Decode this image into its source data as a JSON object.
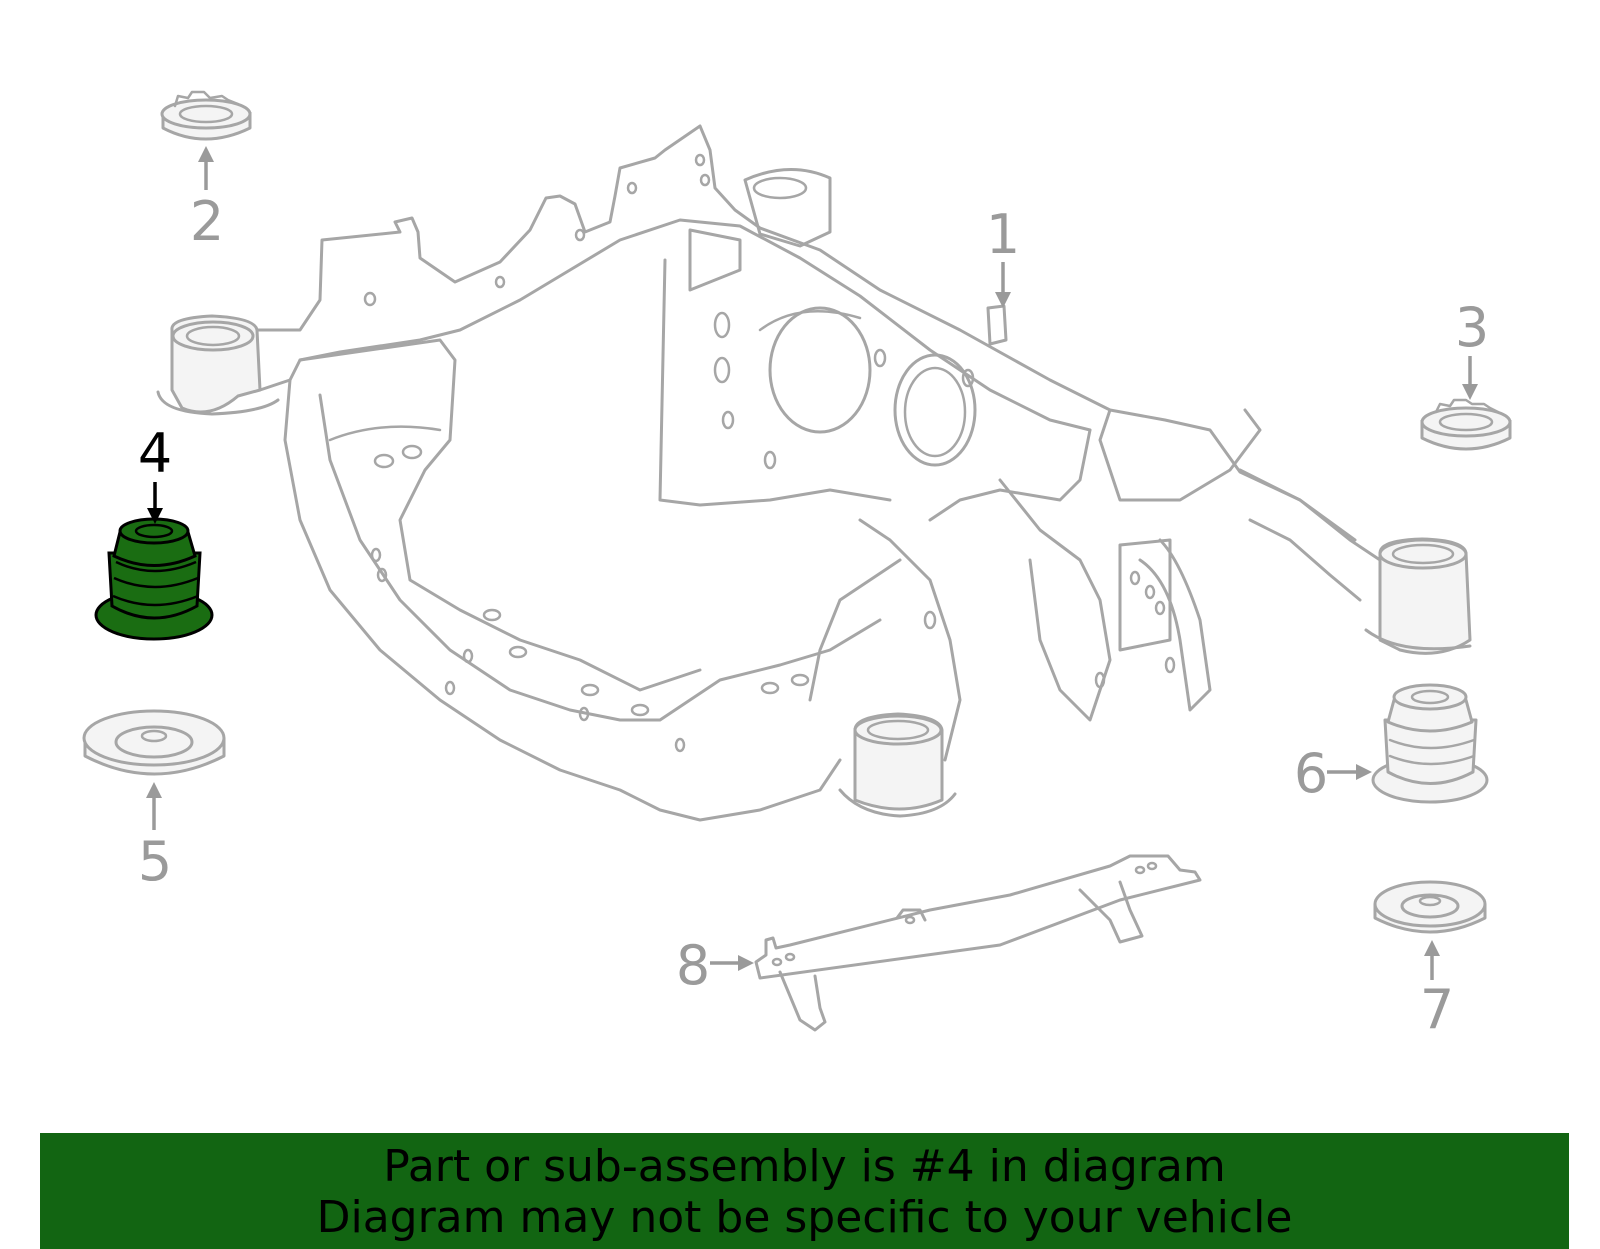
{
  "callouts": [
    {
      "id": "1",
      "label": "1"
    },
    {
      "id": "2",
      "label": "2"
    },
    {
      "id": "3",
      "label": "3"
    },
    {
      "id": "4",
      "label": "4"
    },
    {
      "id": "5",
      "label": "5"
    },
    {
      "id": "6",
      "label": "6"
    },
    {
      "id": "7",
      "label": "7"
    },
    {
      "id": "8",
      "label": "8"
    }
  ],
  "highlighted_part": "4",
  "colors": {
    "highlight_fill": "#1a6d12",
    "banner_background": "#126512",
    "line_art": "#a6a6a6",
    "callout_text": "#9a9a9a",
    "highlight_callout": "#000000"
  },
  "banner": {
    "line1": "Part or sub-assembly is #4 in diagram",
    "line2": "Diagram may not be specific to your vehicle"
  }
}
